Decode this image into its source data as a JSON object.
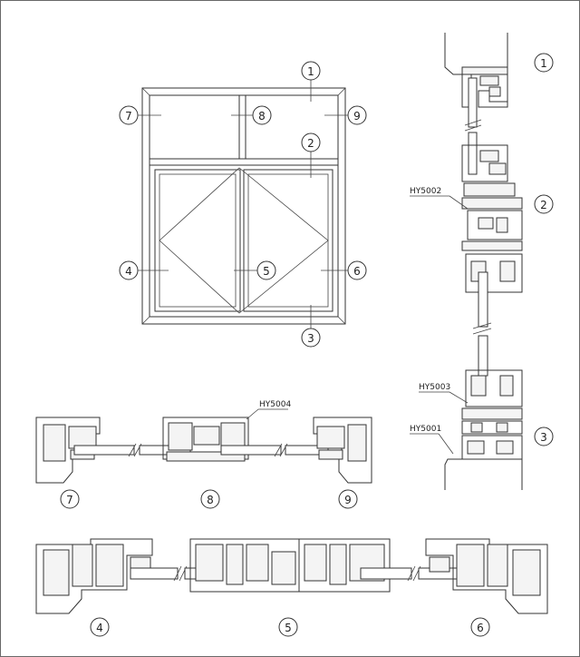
{
  "colors": {
    "line": "#333333",
    "background": "#ffffff",
    "profile_fill": "#f4f4f4"
  },
  "window_callouts": [
    "1",
    "2",
    "3",
    "4",
    "5",
    "6",
    "7",
    "8",
    "9"
  ],
  "section_labels": {
    "right": [
      "1",
      "2",
      "3"
    ],
    "middle": [
      "7",
      "8",
      "9"
    ],
    "bottom": [
      "4",
      "5",
      "6"
    ]
  },
  "profile_codes": {
    "mullion_top": "HY5004",
    "vertical_mid": "HY5002",
    "vertical_sill": "HY5003",
    "vertical_frame": "HY5001"
  }
}
